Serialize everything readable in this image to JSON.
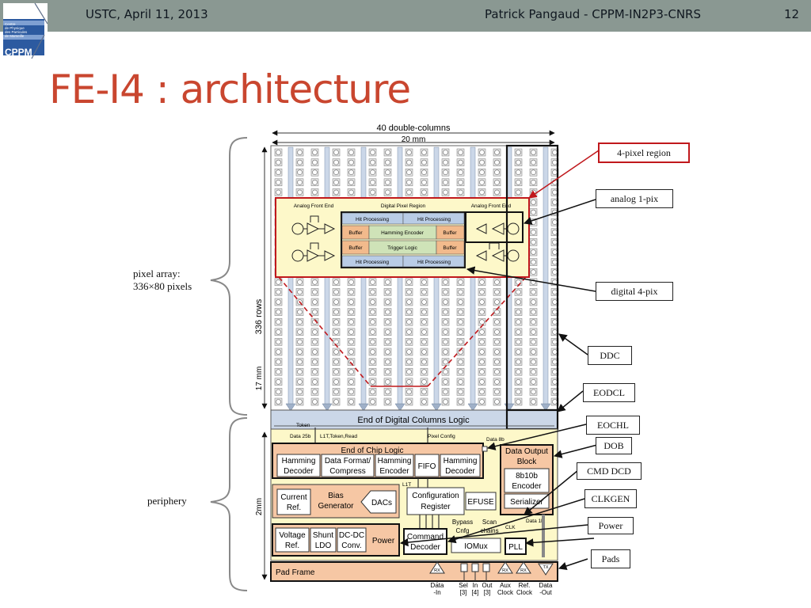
{
  "header": {
    "left": "USTC, April 11, 2013",
    "center": "Patrick Pangaud - CPPM-IN2P3-CNRS",
    "page": "12"
  },
  "logo": {
    "lines": [
      "Centre",
      "de Physique",
      "des Particules",
      "de Marseille"
    ],
    "mark": "CPPM"
  },
  "slide": {
    "title": "FE-I4 : architecture"
  },
  "labels": {
    "pixel_array": "pixel array:",
    "pixel_count": "336×80 pixels",
    "periphery": "periphery"
  },
  "callouts": {
    "region": "4-pixel region",
    "analog": "analog 1-pix",
    "digital": "digital 4-pix",
    "ddc": "DDC",
    "eodcl": "EODCL",
    "eochl": "EOCHL",
    "dob": "DOB",
    "cmd": "CMD DCD",
    "clkgen": "CLKGEN",
    "power": "Power",
    "pads": "Pads"
  },
  "diagram": {
    "dim_top": "40 double-columns",
    "dim_mm": "20 mm",
    "rows": "336 rows",
    "mm17": "17 mm",
    "mm2": "2mm",
    "afe_left": "Analog Front End",
    "dpr": "Digital Pixel Region",
    "afe_right": "Analog Front End",
    "hit1": "Hit Processing",
    "hit2": "Hit Processing",
    "hit3": "Hit Processing",
    "hit4": "Hit Processing",
    "buffer1": "Buffer",
    "hamming_enc": "Hamming Encoder",
    "buffer2": "Buffer",
    "buffer3": "Buffer",
    "trigger": "Trigger Logic",
    "buffer4": "Buffer",
    "eodc": "End of Digital Columns Logic",
    "token": "Token",
    "data25": "Data 25b",
    "l1t": "L1T,Token,Read",
    "pixcfg": "Pixel Config",
    "data8": "Data 8b",
    "eoc": "End of Chip Logic",
    "ham_dec1": "Hamming",
    "ham_dec1b": "Decoder",
    "fmt1": "Data Format/",
    "fmt2": "Compress",
    "ham_enc1": "Hamming",
    "ham_enc2": "Encoder",
    "fifo": "FIFO",
    "ham_dec2": "Hamming",
    "ham_dec2b": "Decoder",
    "dob1": "Data Output",
    "dob2": "Block",
    "enc1": "8b10b",
    "enc2": "Encoder",
    "ser": "Serializer",
    "l1t_lbl": "L1T",
    "cur1": "Current",
    "cur2": "Ref.",
    "bias1": "Bias",
    "bias2": "Generator",
    "dacs": "DACs",
    "cfg1": "Configuration",
    "cfg2": "Register",
    "efuse": "EFUSE",
    "bypass1": "Bypass",
    "bypass2": "Cnfg",
    "scan1": "Scan",
    "scan2": "chains",
    "clk": "CLK",
    "data1b": "Data 1b",
    "volt1": "Voltage",
    "volt2": "Ref.",
    "shunt1": "Shunt",
    "shunt2": "LDO",
    "dcdc1": "DC-DC",
    "dcdc2": "Conv.",
    "power_blk": "Power",
    "cmd1": "Command",
    "cmd2": "Decoder",
    "iomux": "IOMux",
    "pll": "PLL",
    "padframe": "Pad Frame",
    "rx1": "RX",
    "rx2": "RX",
    "rx3": "RX",
    "tx": "TX",
    "pin_datain1": "Data",
    "pin_datain2": "-In",
    "pin_sel1": "Sel",
    "pin_sel2": "[3]",
    "pin_in1": "In",
    "pin_in2": "[4]",
    "pin_out1": "Out",
    "pin_out2": "[3]",
    "pin_aux1": "Aux",
    "pin_aux2": "Clock",
    "pin_ref1": "Ref.",
    "pin_ref2": "Clock",
    "pin_dataout1": "Data",
    "pin_dataout2": "-Out"
  },
  "colors": {
    "title": "#c9462f",
    "header_bar": "#8a9892",
    "pixel_fill": "#e6e6e6",
    "pixel_region_bg": "#fdf8c9",
    "digital_green": "#cfe3b8",
    "digital_blue": "#b9cce6",
    "buffer_orange": "#f2ba8c",
    "eodc_blue": "#cbd7e8",
    "periphery_yellow": "#fdf8c9",
    "block_orange": "#f6c7a4",
    "highlight_red": "#c0181c"
  }
}
